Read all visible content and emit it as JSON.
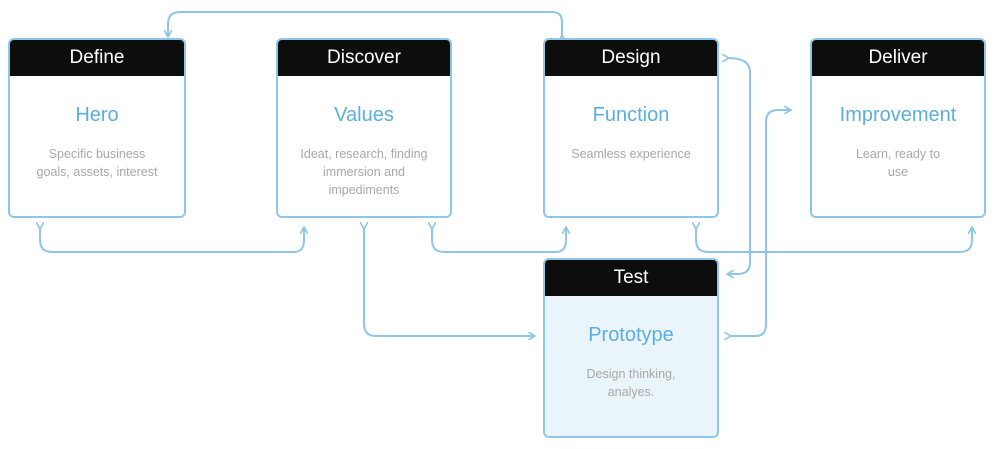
{
  "stages": [
    {
      "id": "define",
      "header": "Define",
      "title": "Hero",
      "description": "Specific business goals, assets, interest"
    },
    {
      "id": "discover",
      "header": "Discover",
      "title": "Values",
      "description": "Ideat, research, finding immersion and impediments"
    },
    {
      "id": "design",
      "header": "Design",
      "title": "Function",
      "description": "Seamless experience"
    },
    {
      "id": "deliver",
      "header": "Deliver",
      "title": "Improvement",
      "description": "Learn, ready to use"
    },
    {
      "id": "test",
      "header": "Test",
      "title": "Prototype",
      "description": "Design thinking, analyes."
    }
  ],
  "colors": {
    "header_bg": "#0d0d0d",
    "header_text": "#ffffff",
    "accent": "#5aaee0",
    "border": "#8ec6e6",
    "arrow": "#8ec6e6",
    "description": "#a8a8a8",
    "test_fill": "#eaf4fb"
  }
}
